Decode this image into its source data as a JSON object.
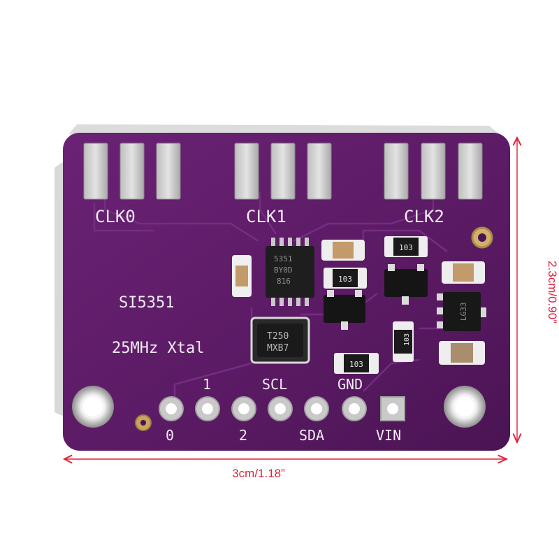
{
  "board": {
    "clk_labels": [
      "CLK0",
      "CLK1",
      "CLK2"
    ],
    "chip_name": "SI5351",
    "crystal_label": "25MHz Xtal",
    "crystal_marking": [
      "T250",
      "MXB7"
    ],
    "ic_marking": [
      "5351",
      "BY0D",
      "816"
    ],
    "regulator_marking": "LG33",
    "resistor_markings": [
      "103",
      "103",
      "103",
      "103"
    ],
    "pin_labels_top": [
      "1",
      "SCL",
      "GND"
    ],
    "pin_labels_bottom": [
      "0",
      "2",
      "SDA",
      "VIN"
    ]
  },
  "dimensions": {
    "width": "3cm/1.18”",
    "height": "2.3cm/0.90”"
  },
  "colors": {
    "pcb": "#5a1a63",
    "pad": "#c9c9c9",
    "dimension": "#e0203a"
  }
}
